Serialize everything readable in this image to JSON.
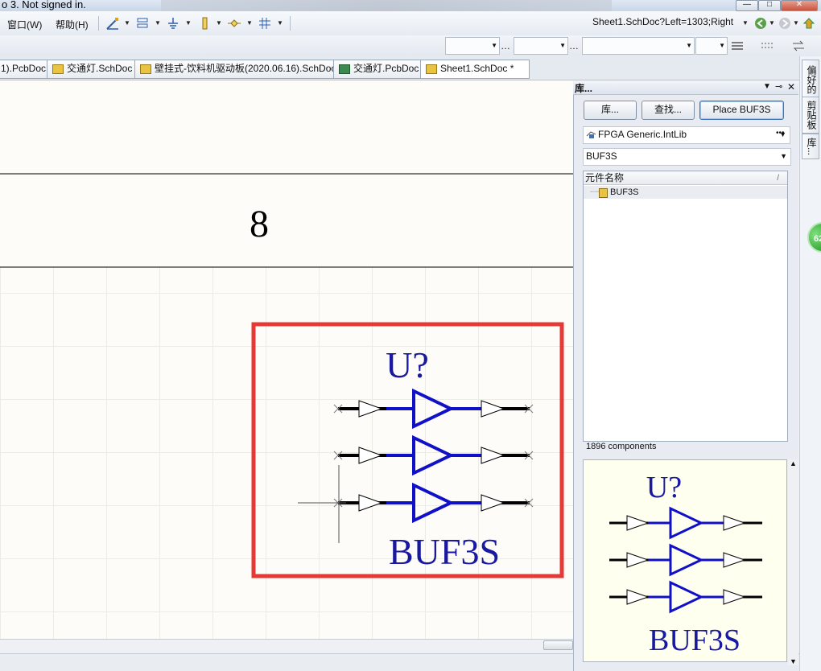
{
  "window": {
    "title": "o 3. Not signed in.",
    "controls": [
      "—",
      "□",
      "✕"
    ]
  },
  "menu": {
    "items": [
      "窗口(W)",
      "帮助(H)"
    ]
  },
  "toolbar": {
    "address": "Sheet1.SchDoc?Left=1303;Right",
    "overflow": "…"
  },
  "tabs": [
    {
      "label": "1).PcbDoc",
      "kind": "pcb-partial"
    },
    {
      "label": "交通灯.SchDoc",
      "kind": "sch"
    },
    {
      "label": "壁挂式-饮料机驱动板(2020.06.16).SchDoc",
      "kind": "sch"
    },
    {
      "label": "交通灯.PcbDoc",
      "kind": "pcb"
    },
    {
      "label": "Sheet1.SchDoc *",
      "kind": "sch"
    }
  ],
  "canvas": {
    "zone_number": "8",
    "component": {
      "designator": "U?",
      "name": "BUF3S"
    },
    "highlight_color": "#e53935"
  },
  "panel": {
    "title": "库...",
    "header_controls": [
      "▼",
      "⊸",
      "✕"
    ],
    "buttons": {
      "libraries": "库...",
      "search": "查找...",
      "place": "Place BUF3S"
    },
    "library_selected": "FPGA Generic.IntLib",
    "library_more": "•••",
    "filter_value": "BUF3S",
    "list": {
      "column_header": "元件名称",
      "sort_indicator": "/",
      "rows": [
        "BUF3S"
      ]
    },
    "count_text": "1896 components",
    "preview": {
      "designator": "U?",
      "name": "BUF3S"
    }
  },
  "side_tabs": [
    "偏好的",
    "剪贴板",
    "库..."
  ],
  "notification": {
    "badge": "62"
  },
  "colors": {
    "schematic_blue": "#1010c8",
    "pin_black": "#000000",
    "accent": "#3b72b8"
  }
}
